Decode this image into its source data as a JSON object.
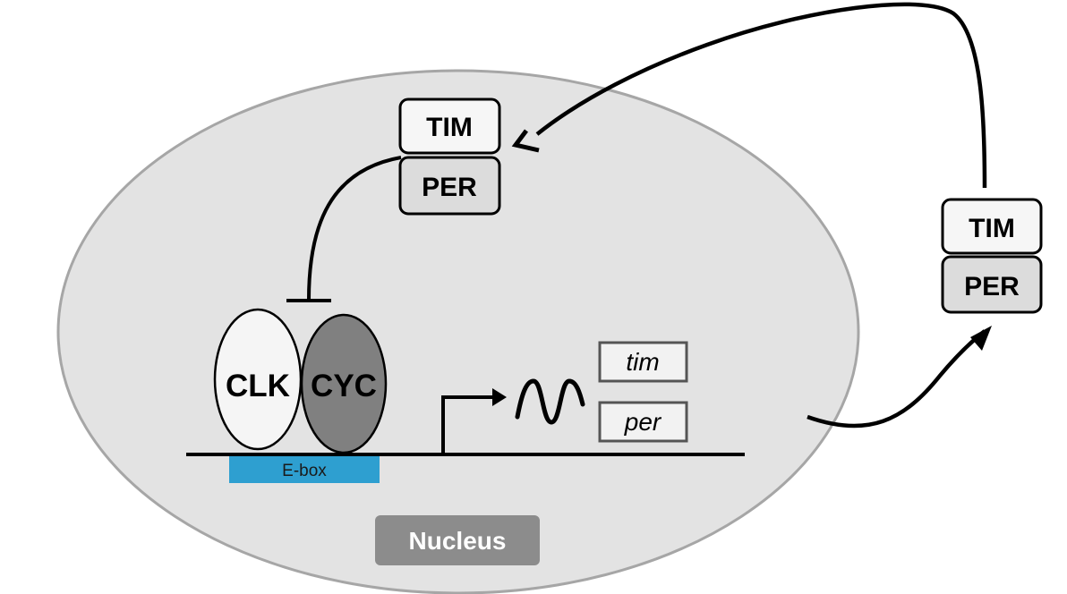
{
  "labels": {
    "nucleus": "Nucleus",
    "ebox": "E-box",
    "clk": "CLK",
    "cyc": "CYC",
    "gene_tim": "tim",
    "gene_per": "per",
    "inner_tim": "TIM",
    "inner_per": "PER",
    "outer_tim": "TIM",
    "outer_per": "PER"
  },
  "colors": {
    "nucleus_fill": "#e3e3e3",
    "nucleus_stroke": "#a6a6a6",
    "clk_fill": "#f5f5f5",
    "cyc_fill": "#808080",
    "ebox_fill": "#2e9fd0",
    "box_tim_fill": "#f6f6f6",
    "box_per_fill": "#dcdcdc",
    "nucleus_label_bg": "#8c8c8c",
    "line": "#000000"
  }
}
